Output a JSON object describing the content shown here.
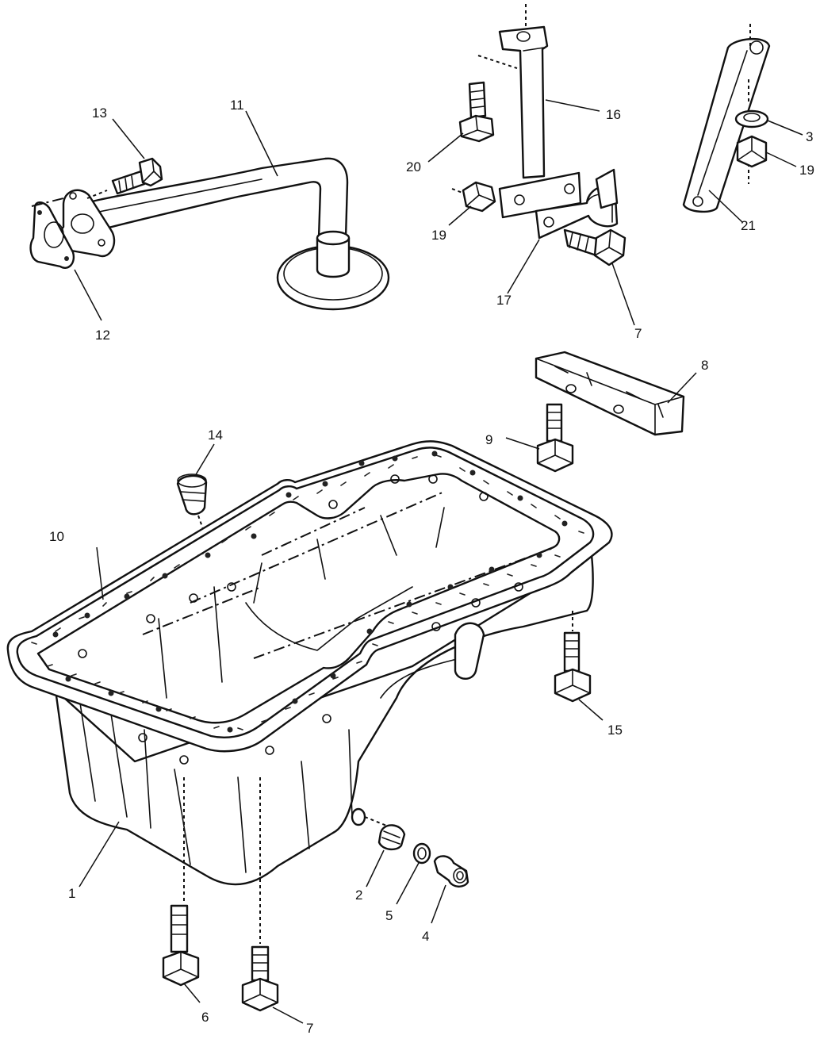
{
  "callouts": {
    "c1": "1",
    "c2": "2",
    "c3": "3",
    "c4": "4",
    "c5": "5",
    "c6": "6",
    "c7_top": "7",
    "c7_bottom": "7",
    "c8": "8",
    "c9": "9",
    "c10": "10",
    "c11": "11",
    "c12": "12",
    "c13": "13",
    "c14": "14",
    "c15": "15",
    "c16": "16",
    "c17": "17",
    "c19_left": "19",
    "c19_right": "19",
    "c20": "20",
    "c21": "21"
  }
}
